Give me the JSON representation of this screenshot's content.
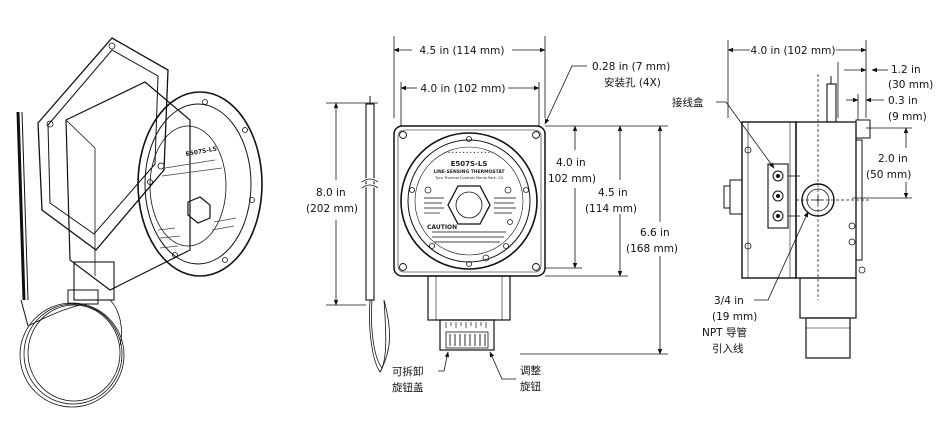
{
  "front_view": {
    "nameplate": {
      "model": "E507S-LS",
      "subtitle": "LINE-SENSING THERMOSTAT",
      "maker": "Tyco Thermal Controls  Menlo Park, CA",
      "caution": "CAUTION"
    },
    "dims": {
      "width_outer": "4.5 in (114 mm)",
      "width_inner": "4.0 in (102 mm)",
      "mount_hole": "0.28 in (7 mm)",
      "mount_hole_note": "安装孔 (4X)",
      "height_inner_a": "4.0 in",
      "height_inner_b": "102 mm)",
      "height_outer_a": "4.5 in",
      "height_outer_b": "(114 mm)",
      "total_a": "6.6 in",
      "total_b": "(168 mm)",
      "bulb_a": "8.0 in",
      "bulb_b": "(202 mm)"
    },
    "callouts": {
      "knob_cover_1": "可拆卸",
      "knob_cover_2": "旋钮盖",
      "adjust_1": "调整",
      "adjust_2": "旋钮"
    }
  },
  "side_view": {
    "dims": {
      "width": "4.0 in (102 mm)",
      "d1_a": "1.2 in",
      "d1_b": "(30 mm)",
      "d2_a": "0.3 in",
      "d2_b": "(9 mm)",
      "d3_a": "2.0 in",
      "d3_b": "(50 mm)"
    },
    "callouts": {
      "junction_box": "接线盒",
      "npt_1": "3/4 in",
      "npt_2": "(19 mm)",
      "npt_3": "NPT 导管",
      "npt_4": "引入线"
    }
  }
}
